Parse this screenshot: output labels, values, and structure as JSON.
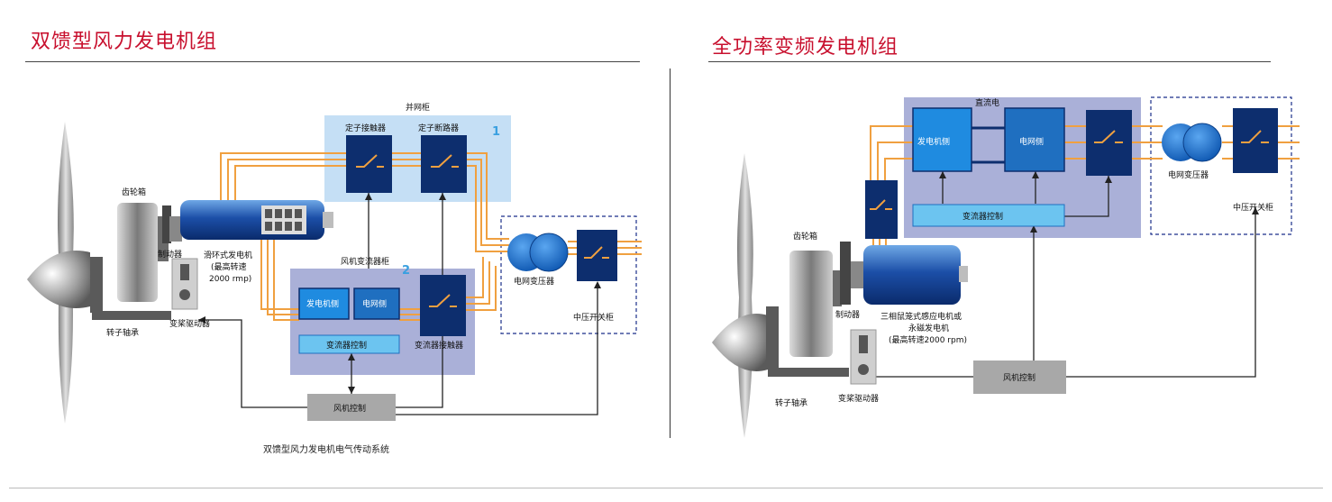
{
  "left": {
    "title": "双馈型风力发电机组",
    "labels": {
      "grid_cabinet": "并网柜",
      "stator_contactor": "定子接触器",
      "stator_breaker": "定子断路器",
      "num1": "1",
      "gearbox": "齿轮箱",
      "brake": "制动器",
      "slip_ring_gen": "滑环式发电机",
      "max_speed": "(最高转速",
      "speed_val": "2000 rmp)",
      "converter_cabinet": "风机变流器柜",
      "num2": "2",
      "gen_side": "发电机侧",
      "grid_side": "电网侧",
      "converter_control": "变流器控制",
      "converter_contactor": "变流器接触器",
      "grid_transformer": "电网变压器",
      "mv_switchgear": "中压开关柜",
      "rotor_bearing": "转子轴承",
      "pitch_drive": "变桨驱动器",
      "turbine_control": "风机控制",
      "caption": "双馈型风力发电机电气传动系统"
    }
  },
  "right": {
    "title": "全功率变频发电机组",
    "labels": {
      "dc_link": "直流电",
      "gen_side": "发电机侧",
      "grid_side": "电网侧",
      "grid_transformer": "电网变压器",
      "mv_switchgear": "中压开关柜",
      "converter_control": "变流器控制",
      "gearbox": "齿轮箱",
      "brake": "制动器",
      "gen_line1": "三相鼠笼式感应电机或",
      "gen_line2": "永磁发电机",
      "gen_line3": "(最高转速2000 rpm)",
      "turbine_control": "风机控制",
      "rotor_bearing": "转子轴承",
      "pitch_drive": "变桨驱动器"
    }
  },
  "colors": {
    "title_red": "#c8102e",
    "cable_orange": "#f0a040",
    "box_navy": "#0d2e6e",
    "box_blue": "#1f6fc0",
    "panel_lightblue": "#c5dff5",
    "panel_lavender": "#aab0d8",
    "control_grey": "#a8a8a8"
  }
}
